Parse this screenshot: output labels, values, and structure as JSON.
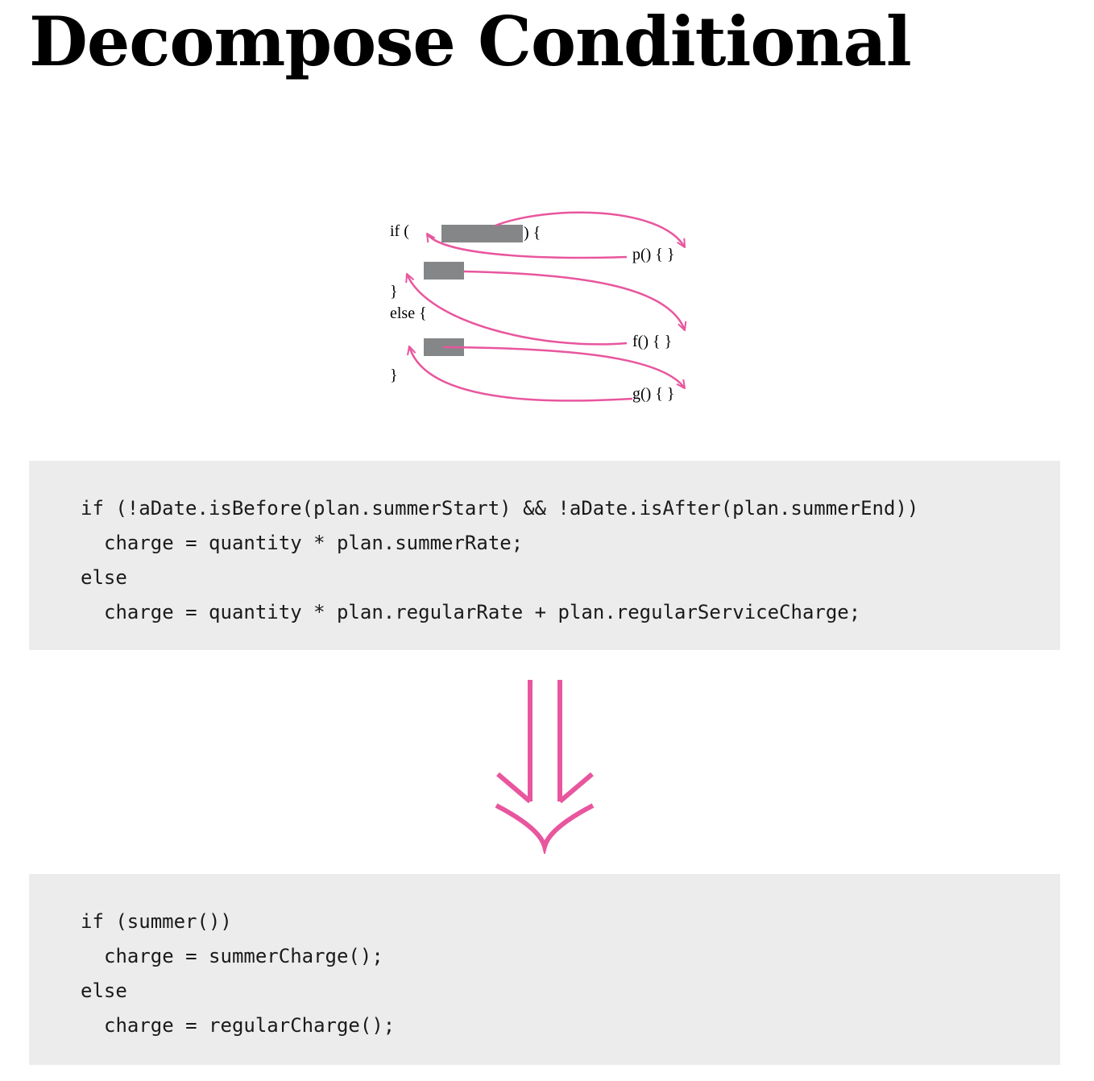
{
  "title": "Decompose Conditional",
  "sketch": {
    "if_open": "if (",
    "if_brace": ") {",
    "close_brace_1": "}",
    "else_open": "else {",
    "close_brace_2": "}",
    "p_func": "p() {   }",
    "f_func": "f() { }",
    "g_func": "g() { }"
  },
  "code_before": {
    "lines": [
      "if (!aDate.isBefore(plan.summerStart) && !aDate.isAfter(plan.summerEnd))",
      "charge = quantity * plan.summerRate;",
      "else",
      "charge = quantity * plan.regularRate + plan.regularServiceCharge;"
    ]
  },
  "code_after": {
    "lines": [
      "if (summer())",
      "charge = summerCharge();",
      "else",
      "charge = regularCharge();"
    ]
  },
  "colors": {
    "accent": "#e8569e",
    "placeholder": "#858688",
    "code_background": "#ebeceb"
  },
  "icons": {
    "refactor_arrow": "double-down-arrow-icon"
  }
}
